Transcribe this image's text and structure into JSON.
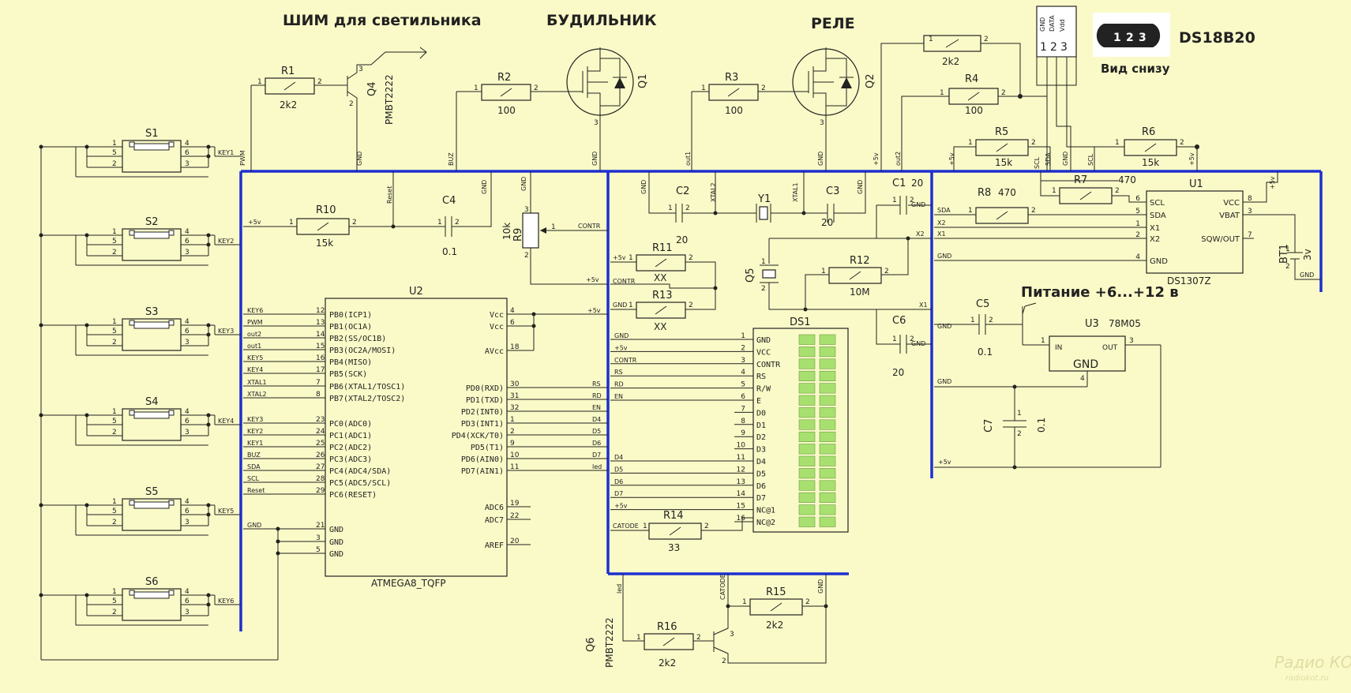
{
  "titles": {
    "pwm": "ШИМ для светильника",
    "alarm": "БУДИЛЬНИК",
    "relay": "РЕЛЕ",
    "sensor": "DS18B20",
    "bottom_view": "Вид снизу",
    "power": "Питание +6...+12 в"
  },
  "sensor_pins": {
    "p1": "GND",
    "p2": "DATA",
    "p3": "Vdd",
    "n1": "1",
    "n2": "2",
    "n3": "3"
  },
  "components": {
    "r1": {
      "ref": "R1",
      "val": "2k2"
    },
    "r2": {
      "ref": "R2",
      "val": "100"
    },
    "r3": {
      "ref": "R3",
      "val": "100"
    },
    "r4": {
      "ref": "R4",
      "val": "100"
    },
    "r5": {
      "ref": "R5",
      "val": "15k"
    },
    "r6": {
      "ref": "R6",
      "val": "15k"
    },
    "r7": {
      "ref": "R7",
      "val": "470"
    },
    "r8": {
      "ref": "R8",
      "val": "470"
    },
    "r9": {
      "ref": "R9",
      "val": "10k"
    },
    "r10": {
      "ref": "R10",
      "val": "15k"
    },
    "r11": {
      "ref": "R11",
      "val": "XX"
    },
    "r12": {
      "ref": "R12",
      "val": "10M"
    },
    "r13": {
      "ref": "R13",
      "val": "XX"
    },
    "r14": {
      "ref": "R14",
      "val": "33"
    },
    "r15": {
      "ref": "R15",
      "val": "2k2"
    },
    "r16": {
      "ref": "R16",
      "val": "2k2"
    },
    "rtop": {
      "val": "2k2"
    },
    "c1": {
      "ref": "C1",
      "val": "20"
    },
    "c2": {
      "ref": "C2",
      "val": "20"
    },
    "c3": {
      "ref": "C3",
      "val": "20"
    },
    "c4": {
      "ref": "C4",
      "val": "0.1"
    },
    "c5": {
      "ref": "C5",
      "val": "0.1"
    },
    "c6": {
      "ref": "C6",
      "val": "20"
    },
    "c7": {
      "ref": "C7",
      "val": "0.1"
    },
    "q1": {
      "ref": "Q1"
    },
    "q2": {
      "ref": "Q2"
    },
    "q4": {
      "ref": "Q4",
      "val": "PMBT2222"
    },
    "q5": {
      "ref": "Q5"
    },
    "q6": {
      "ref": "Q6",
      "val": "PMBT2222"
    },
    "y1": {
      "ref": "Y1"
    },
    "bt1": {
      "ref": "BT1",
      "val": "3v"
    },
    "u1": {
      "ref": "U1",
      "val": "DS1307Z"
    },
    "u2": {
      "ref": "U2",
      "val": "ATMEGA8_TQFP"
    },
    "u3": {
      "ref": "U3",
      "val": "78M05",
      "gnd": "GND"
    },
    "ds1": {
      "ref": "DS1"
    }
  },
  "switches": [
    "S1",
    "S2",
    "S3",
    "S4",
    "S5",
    "S6"
  ],
  "switch_keys": [
    "KEY1",
    "KEY2",
    "KEY3",
    "KEY4",
    "KEY5",
    "KEY6"
  ],
  "u2_left": [
    {
      "net": "KEY6",
      "pin": "12",
      "sig": "PB0(ICP1)"
    },
    {
      "net": "PWM",
      "pin": "13",
      "sig": "PB1(OC1A)"
    },
    {
      "net": "out2",
      "pin": "14",
      "sig": "PB2(SS/OC1B)"
    },
    {
      "net": "out1",
      "pin": "15",
      "sig": "PB3(OC2A/MOSI)"
    },
    {
      "net": "KEY5",
      "pin": "16",
      "sig": "PB4(MISO)"
    },
    {
      "net": "KEY4",
      "pin": "17",
      "sig": "PB5(SCK)"
    },
    {
      "net": "XTAL1",
      "pin": "7",
      "sig": "PB6(XTAL1/TOSC1)"
    },
    {
      "net": "XTAL2",
      "pin": "8",
      "sig": "PB7(XTAL2/TOSC2)"
    },
    {
      "net": "KEY3",
      "pin": "23",
      "sig": "PC0(ADC0)"
    },
    {
      "net": "KEY2",
      "pin": "24",
      "sig": "PC1(ADC1)"
    },
    {
      "net": "KEY1",
      "pin": "25",
      "sig": "PC2(ADC2)"
    },
    {
      "net": "BUZ",
      "pin": "26",
      "sig": "PC3(ADC3)"
    },
    {
      "net": "SDA",
      "pin": "27",
      "sig": "PC4(ADC4/SDA)"
    },
    {
      "net": "SCL",
      "pin": "28",
      "sig": "PC5(ADC5/SCL)"
    },
    {
      "net": "Reset",
      "pin": "29",
      "sig": "PC6(RESET)"
    }
  ],
  "u2_gnd": [
    {
      "net": "GND",
      "pin": "21",
      "sig": "GND"
    },
    {
      "net": "",
      "pin": "3",
      "sig": "GND"
    },
    {
      "net": "",
      "pin": "5",
      "sig": "GND"
    }
  ],
  "u2_right_top": [
    {
      "pin": "4",
      "sig": "Vcc",
      "net": "+5v"
    },
    {
      "pin": "6",
      "sig": "Vcc",
      "net": ""
    },
    {
      "pin": "18",
      "sig": "AVcc",
      "net": ""
    }
  ],
  "u2_right": [
    {
      "pin": "30",
      "sig": "PD0(RXD)",
      "net": "RS"
    },
    {
      "pin": "31",
      "sig": "PD1(TXD)",
      "net": "RD"
    },
    {
      "pin": "32",
      "sig": "PD2(INT0)",
      "net": "EN"
    },
    {
      "pin": "1",
      "sig": "PD3(INT1)",
      "net": "D4"
    },
    {
      "pin": "2",
      "sig": "PD4(XCK/T0)",
      "net": "D5"
    },
    {
      "pin": "9",
      "sig": "PD5(T1)",
      "net": "D6"
    },
    {
      "pin": "10",
      "sig": "PD6(AIN0)",
      "net": "D7"
    },
    {
      "pin": "11",
      "sig": "PD7(AIN1)",
      "net": "led"
    }
  ],
  "u2_right_bot": [
    {
      "pin": "19",
      "sig": "ADC6"
    },
    {
      "pin": "22",
      "sig": "ADC7"
    },
    {
      "pin": "20",
      "sig": "AREF"
    }
  ],
  "ds1_pins": [
    {
      "net": "GND",
      "pin": "1",
      "sig": "GND"
    },
    {
      "net": "+5v",
      "pin": "2",
      "sig": "VCC"
    },
    {
      "net": "CONTR",
      "pin": "3",
      "sig": "CONTR"
    },
    {
      "net": "RS",
      "pin": "4",
      "sig": "RS"
    },
    {
      "net": "RD",
      "pin": "5",
      "sig": "R/W"
    },
    {
      "net": "EN",
      "pin": "6",
      "sig": "E"
    },
    {
      "net": "",
      "pin": "7",
      "sig": "D0"
    },
    {
      "net": "",
      "pin": "8",
      "sig": "D1"
    },
    {
      "net": "",
      "pin": "9",
      "sig": "D2"
    },
    {
      "net": "",
      "pin": "10",
      "sig": "D3"
    },
    {
      "net": "D4",
      "pin": "11",
      "sig": "D4"
    },
    {
      "net": "D5",
      "pin": "12",
      "sig": "D5"
    },
    {
      "net": "D6",
      "pin": "13",
      "sig": "D6"
    },
    {
      "net": "D7",
      "pin": "14",
      "sig": "D7"
    },
    {
      "net": "+5v",
      "pin": "15",
      "sig": "NC@1"
    },
    {
      "net": "",
      "pin": "16",
      "sig": "NC@2"
    }
  ],
  "u1_left": [
    {
      "pin": "6",
      "sig": "SCL"
    },
    {
      "pin": "5",
      "sig": "SDA"
    },
    {
      "pin": "1",
      "sig": "X1"
    },
    {
      "pin": "2",
      "sig": "X2"
    },
    {
      "pin": "4",
      "sig": "GND"
    }
  ],
  "u1_right": [
    {
      "pin": "8",
      "sig": "VCC"
    },
    {
      "pin": "3",
      "sig": "VBAT"
    },
    {
      "pin": "7",
      "sig": "SQW/OUT"
    }
  ],
  "u3_pins": {
    "in": "IN",
    "out": "OUT",
    "p1": "1",
    "p3": "3",
    "p4": "4"
  },
  "nets": {
    "pwm": "PWM",
    "buz": "BUZ",
    "gnd": "GND",
    "out1": "out1",
    "out2": "out2",
    "p5v": "+5v",
    "sda": "SDA",
    "scl": "SCL",
    "key1": "KEY1",
    "reset": "Reset",
    "contr": "CONTR",
    "xtal1": "XTAL1",
    "xtal2": "XTAL2",
    "x1": "X1",
    "x2": "X2",
    "catode": "CATODE",
    "led": "led"
  },
  "pins": {
    "p1": "1",
    "p2": "2",
    "p3": "3",
    "p4": "4",
    "p5": "5",
    "p6": "6"
  },
  "watermark": {
    "line1": "Радио КОТ",
    "line2": "radiokot.ru"
  }
}
